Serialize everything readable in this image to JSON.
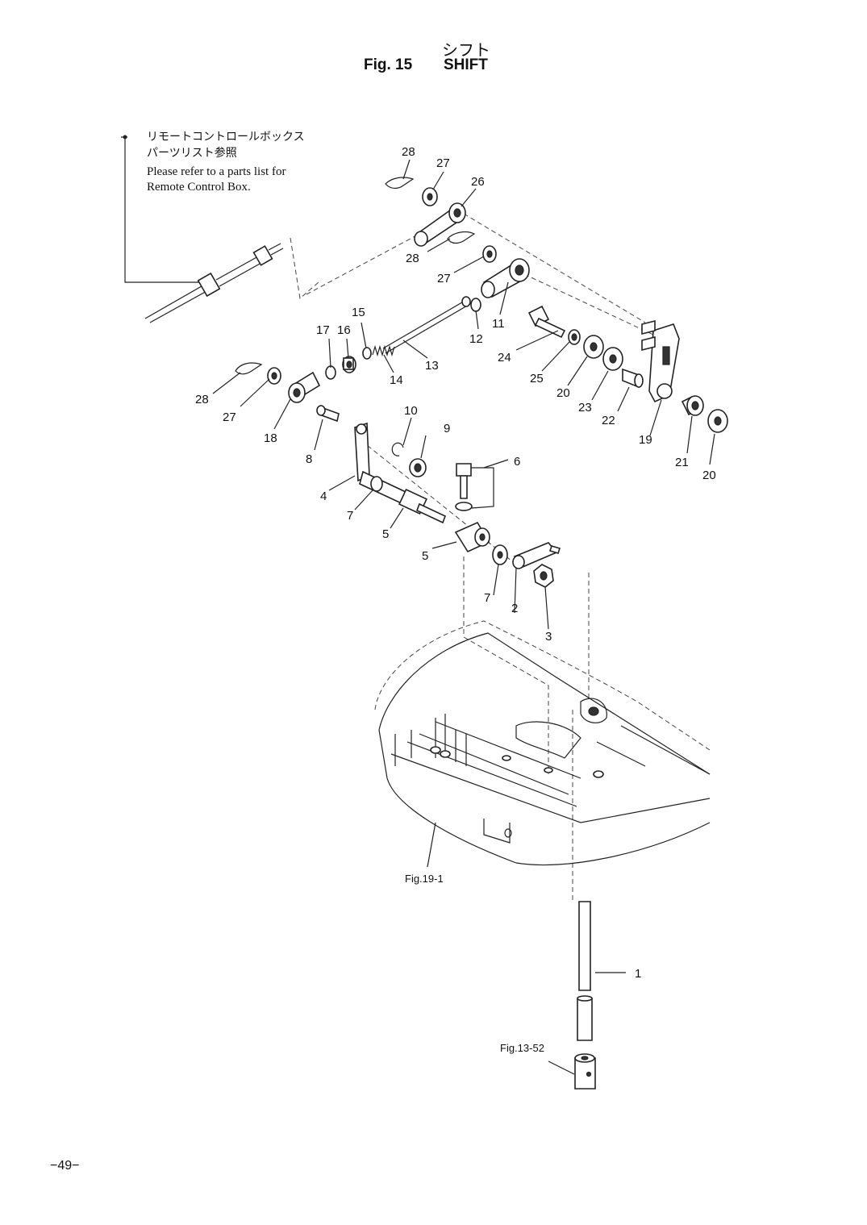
{
  "title": {
    "jp": "シフト",
    "figure": "Fig. 15",
    "en": "SHIFT"
  },
  "note": {
    "jp_line1": "リモートコントロールボックス",
    "jp_line2": "パーツリスト参照",
    "en_line1": "Please refer to a parts list for",
    "en_line2": "Remote Control Box."
  },
  "callouts": [
    {
      "id": "c1",
      "label": "1"
    },
    {
      "id": "c2",
      "label": "2"
    },
    {
      "id": "c3",
      "label": "3"
    },
    {
      "id": "c4",
      "label": "4"
    },
    {
      "id": "c5a",
      "label": "5"
    },
    {
      "id": "c5b",
      "label": "5"
    },
    {
      "id": "c6",
      "label": "6"
    },
    {
      "id": "c7a",
      "label": "7"
    },
    {
      "id": "c7b",
      "label": "7"
    },
    {
      "id": "c8",
      "label": "8"
    },
    {
      "id": "c9",
      "label": "9"
    },
    {
      "id": "c10",
      "label": "10"
    },
    {
      "id": "c11",
      "label": "11"
    },
    {
      "id": "c12",
      "label": "12"
    },
    {
      "id": "c13",
      "label": "13"
    },
    {
      "id": "c14",
      "label": "14"
    },
    {
      "id": "c15",
      "label": "15"
    },
    {
      "id": "c16",
      "label": "16"
    },
    {
      "id": "c17",
      "label": "17"
    },
    {
      "id": "c18",
      "label": "18"
    },
    {
      "id": "c19",
      "label": "19"
    },
    {
      "id": "c20a",
      "label": "20"
    },
    {
      "id": "c20b",
      "label": "20"
    },
    {
      "id": "c21",
      "label": "21"
    },
    {
      "id": "c22",
      "label": "22"
    },
    {
      "id": "c23",
      "label": "23"
    },
    {
      "id": "c24",
      "label": "24"
    },
    {
      "id": "c25",
      "label": "25"
    },
    {
      "id": "c26",
      "label": "26"
    },
    {
      "id": "c27a",
      "label": "27"
    },
    {
      "id": "c27b",
      "label": "27"
    },
    {
      "id": "c27c",
      "label": "27"
    },
    {
      "id": "c28a",
      "label": "28"
    },
    {
      "id": "c28b",
      "label": "28"
    },
    {
      "id": "c28c",
      "label": "28"
    }
  ],
  "references": {
    "fig19": "Fig.19-1",
    "fig13": "Fig.13-52"
  },
  "page_number": "−49−"
}
